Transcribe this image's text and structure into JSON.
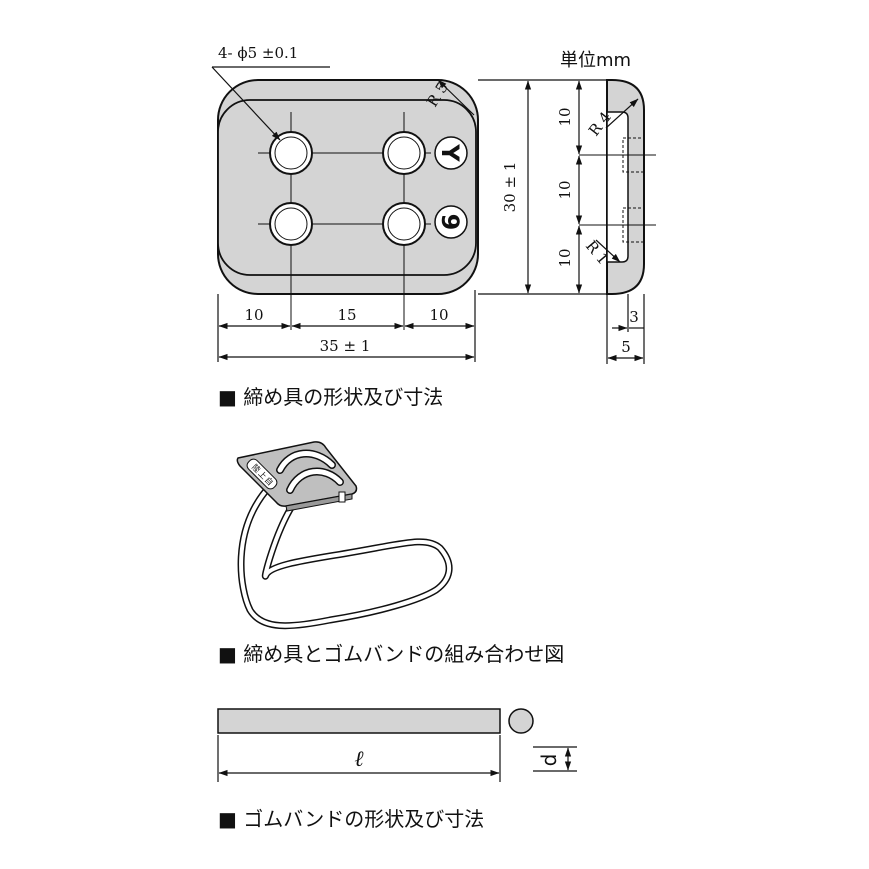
{
  "unit_label": "単位mm",
  "hole_label": "4- ϕ5 ±0.1",
  "radius_labels": {
    "outer_corner": "R 5",
    "side_top": "R 4",
    "side_bottom": "R 1"
  },
  "plan_dims": {
    "a": "10",
    "b": "15",
    "c": "10",
    "total": "35 ± 1",
    "height": "30 ± 1"
  },
  "side_dims": {
    "seg1": "10",
    "seg2": "10",
    "seg3": "10",
    "inner": "3",
    "outer": "5"
  },
  "markings": {
    "top": "Y",
    "bottom": "9"
  },
  "plate_stamp": [
    "陸",
    "上",
    "自"
  ],
  "band_dims": {
    "length": "ℓ",
    "diameter": "d"
  },
  "captions": {
    "fastener": "■ 締め具の形状及び寸法",
    "assembly": "■ 締め具とゴムバンドの組み合わせ図",
    "band": "■ ゴムバンドの形状及び寸法"
  },
  "colors": {
    "fill_gray": "#d4d4d4",
    "plate_gray": "#bfbfbf",
    "line": "#111111"
  }
}
